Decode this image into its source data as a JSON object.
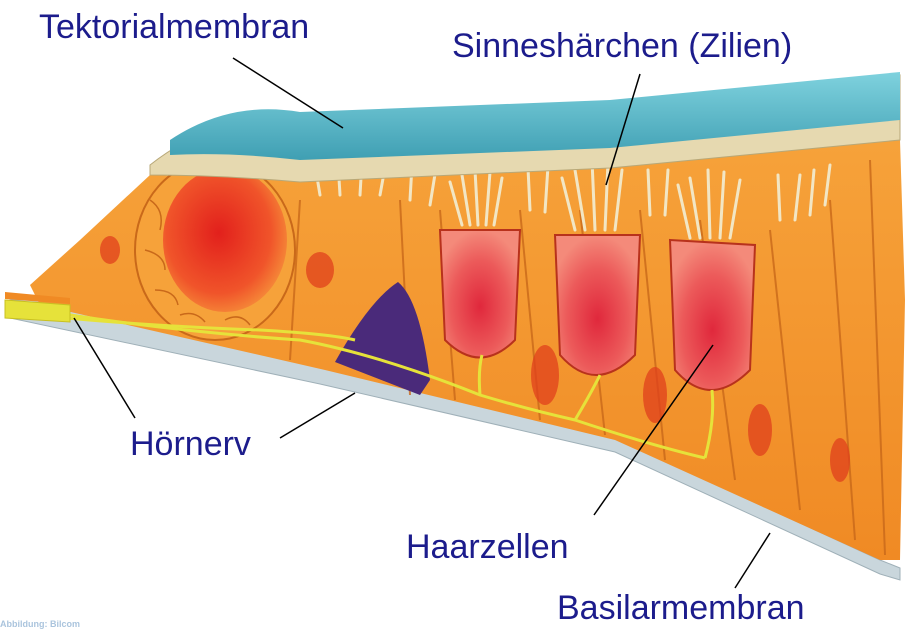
{
  "labels": {
    "tektorialmembran": "Tektorialmembran",
    "sinneshaerchen": "Sinneshärchen (Zilien)",
    "hoernerv": "Hörnerv",
    "haarzellen": "Haarzellen",
    "basilarmembran": "Basilarmembran"
  },
  "credit": "Abbildung: Bilcom",
  "colors": {
    "label_text": "#1c1c8c",
    "leader_line": "#000000",
    "tectorial_membrane": "#59b4c4",
    "tectorial_underside": "#e6d9b0",
    "cell_orange": "#f28c28",
    "cell_light": "#f7b24c",
    "hair_cell_body": "#e35050",
    "nucleus": "#d8203a",
    "nerve": "#e6e23a",
    "tunnel": "#4a2a7a",
    "basilar_membrane": "#c9d6dc",
    "cilia": "#f2e6c4"
  }
}
